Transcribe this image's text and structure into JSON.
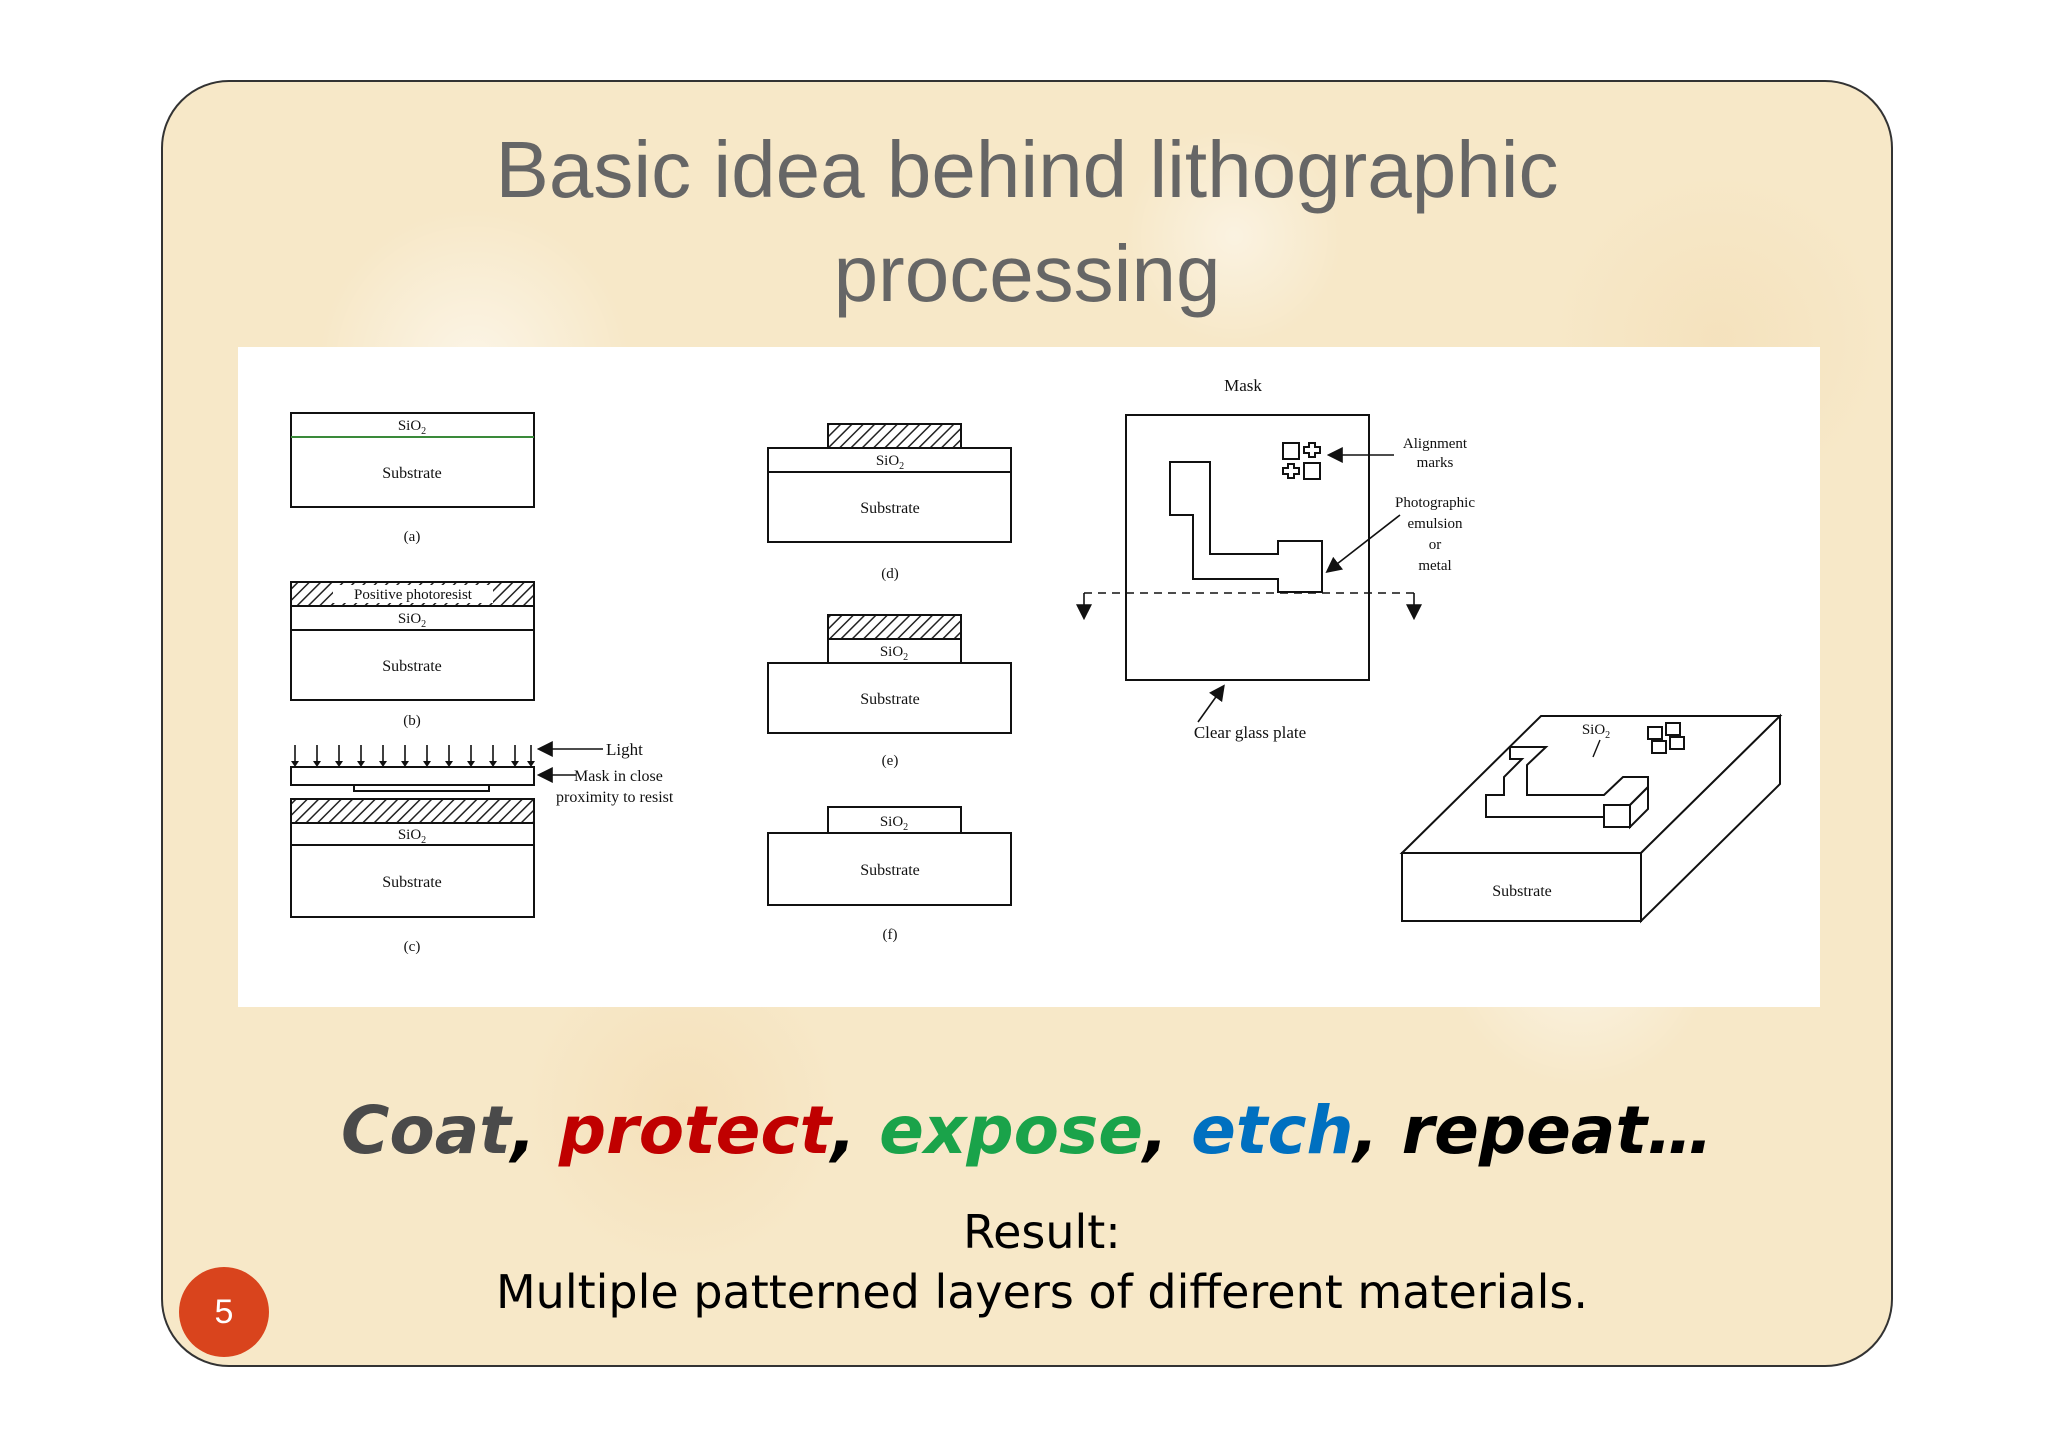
{
  "slide": {
    "title_line1": "Basic idea behind lithographic",
    "title_line2": "processing",
    "page_number": "5"
  },
  "figure": {
    "substrate": "Substrate",
    "sio2": "SiO",
    "sio2_sub": "2",
    "positive_photoresist": "Positive photoresist",
    "light": "Light",
    "mask_line1": "Mask in close",
    "mask_line2": "proximity to resist",
    "label_a": "(a)",
    "label_b": "(b)",
    "label_c": "(c)",
    "label_d": "(d)",
    "label_e": "(e)",
    "label_f": "(f)",
    "mask_title": "Mask",
    "alignment_line1": "Alignment",
    "alignment_line2": "marks",
    "emulsion_line1": "Photographic",
    "emulsion_line2": "emulsion",
    "emulsion_line3": "or",
    "emulsion_line4": "metal",
    "clear_glass": "Clear glass plate"
  },
  "motto": {
    "word1": "Coat",
    "word2": "protect",
    "word3": "expose",
    "word4": "etch",
    "word5": "repeat…",
    "sep": ", ",
    "colors": {
      "word1": "#4a4a4a",
      "word2": "#c00000",
      "word3": "#1aa34a",
      "word4": "#0070c0",
      "word5": "#000000"
    }
  },
  "result": {
    "line1": "Result:",
    "line2": "Multiple patterned layers of different materials."
  }
}
